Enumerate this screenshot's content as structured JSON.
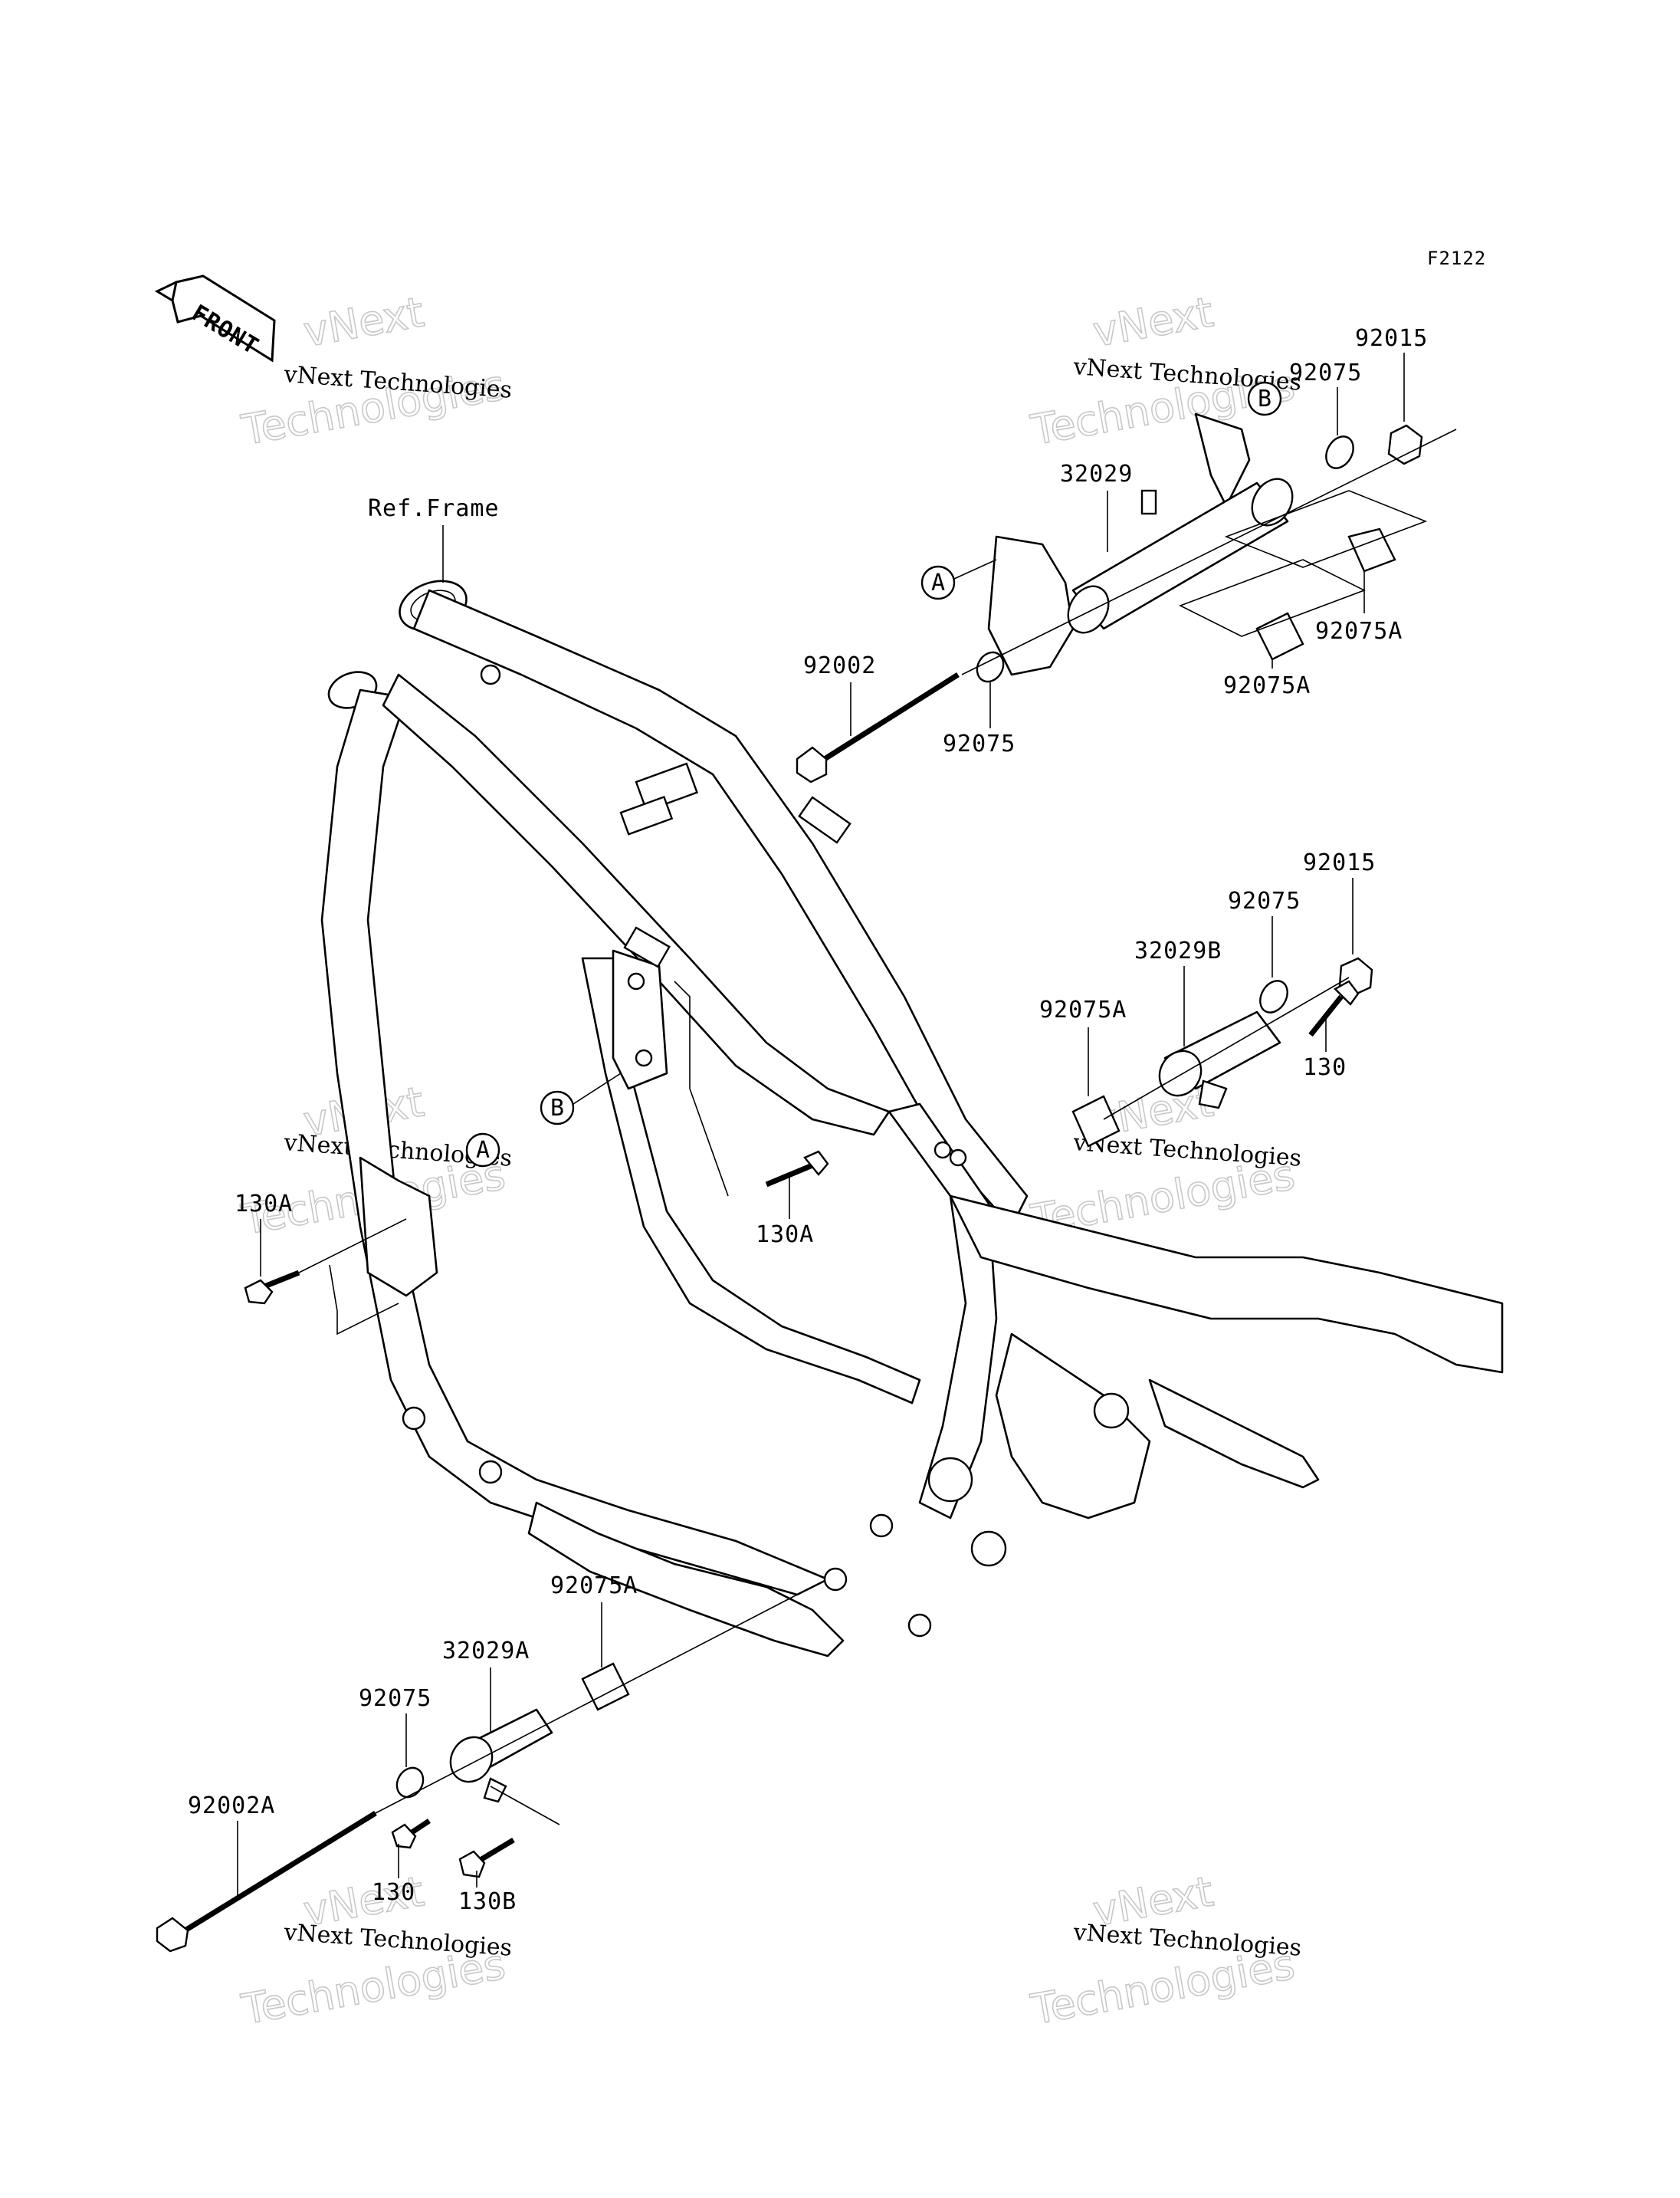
{
  "figure_code": "F2122",
  "front_label": "FRONT",
  "ref_frame": "Ref.Frame",
  "watermark": {
    "line1": "vNext",
    "line2": "Technologies",
    "small": "vNext Technologies"
  },
  "callouts": {
    "a": "A",
    "b": "B"
  },
  "parts": {
    "p92015_top": "92015",
    "p92075_top": "92075",
    "p32029": "32029",
    "p92075A_right": "92075A",
    "p92075A_mid": "92075A",
    "p92002": "92002",
    "p92075_mid": "92075",
    "p92015_right": "92015",
    "p92075_right": "92075",
    "p32029B": "32029B",
    "p92075A_left": "92075A",
    "p130_right": "130",
    "p130A_left": "130A",
    "p130A_center": "130A",
    "p92075A_bottom": "92075A",
    "p32029A": "32029A",
    "p92075_bottom": "92075",
    "p92002A": "92002A",
    "p130_bottom": "130",
    "p130B": "130B"
  }
}
